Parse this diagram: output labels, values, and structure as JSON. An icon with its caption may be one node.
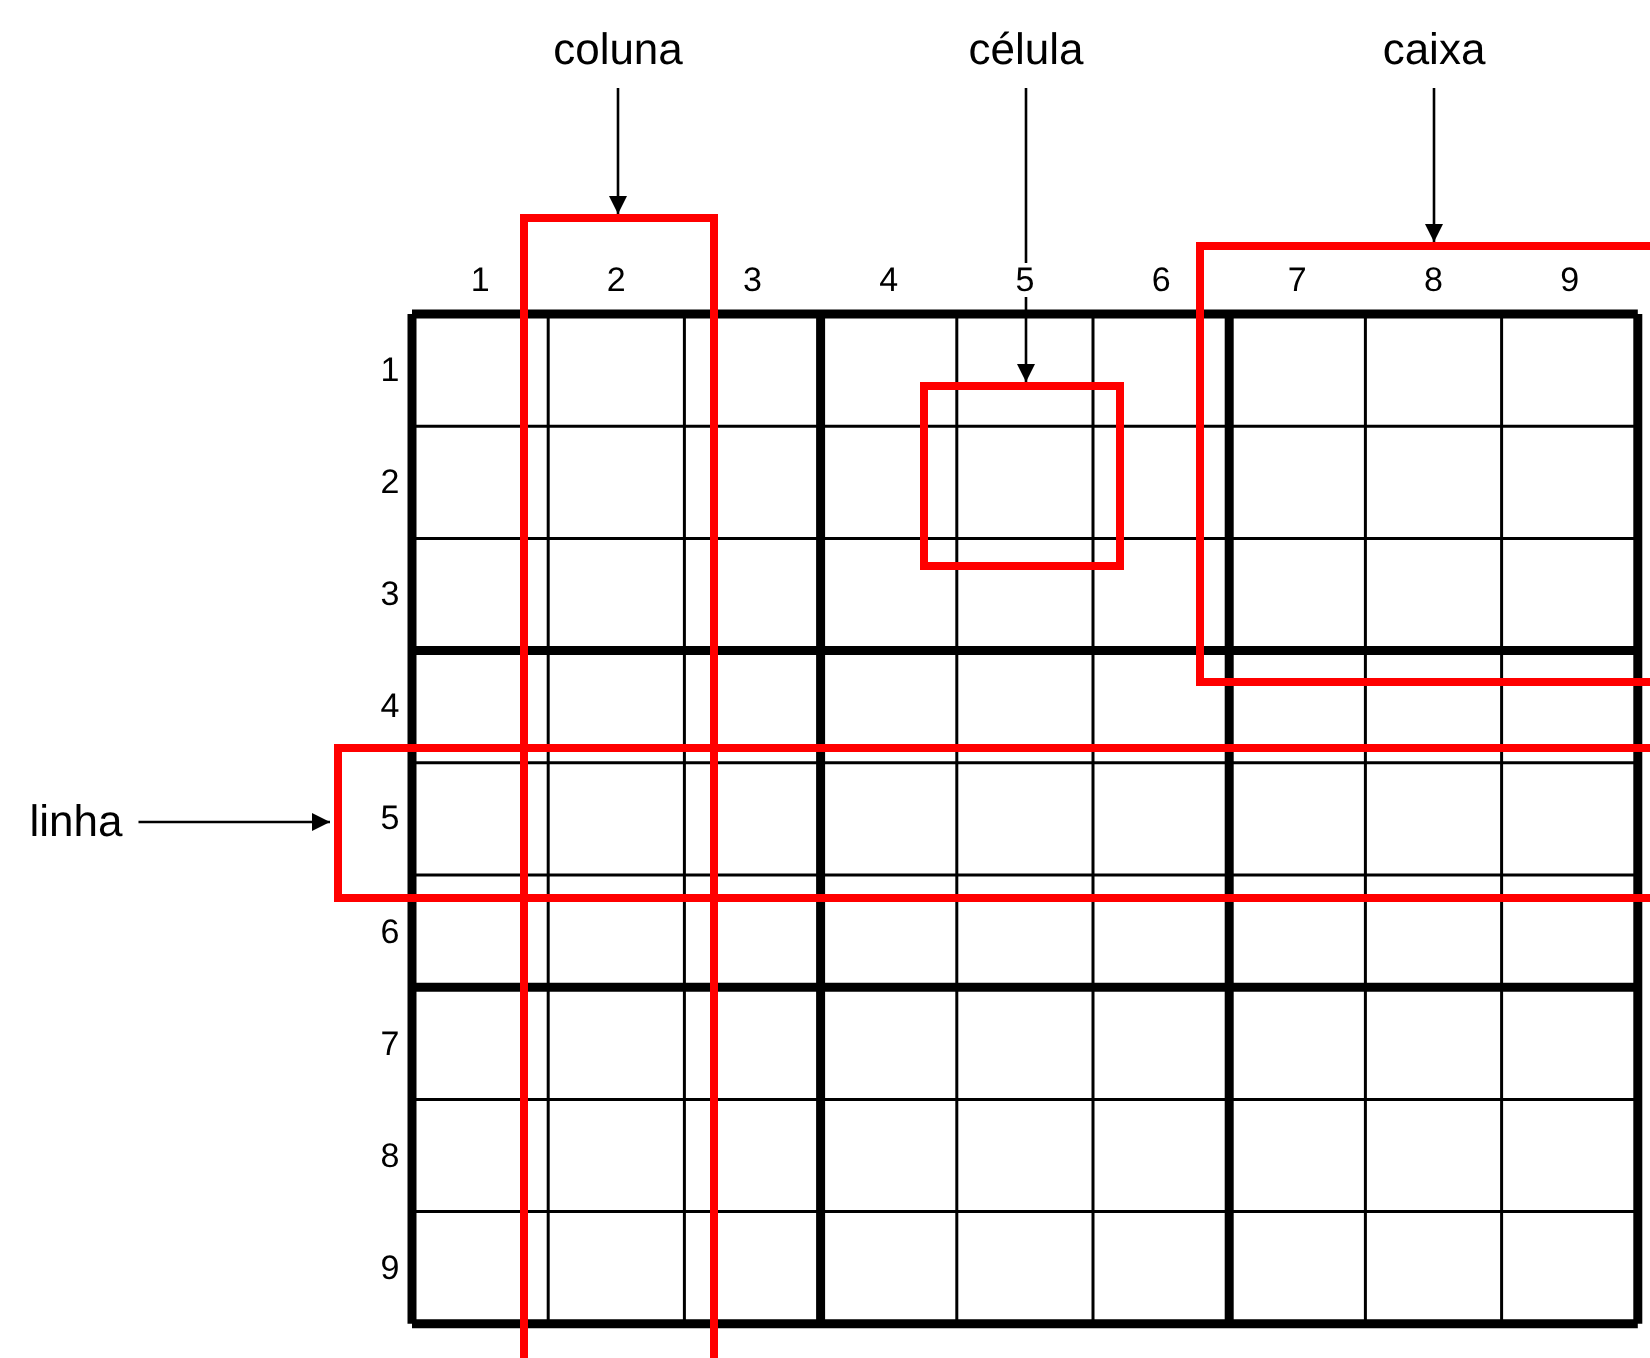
{
  "diagram": {
    "nodes": [
      {
        "text": [
          "coluna"
        ]
      },
      {
        "text": [],
        "shape": "box"
      },
      {
        "text": [
          "célula"
        ]
      },
      {
        "text": [],
        "shape": "box"
      },
      {
        "text": [
          "caixa"
        ]
      },
      {
        "text": [],
        "shape": "box"
      },
      {
        "text": [
          "linha"
        ]
      },
      {
        "text": [],
        "shape": "box"
      }
    ],
    "edges": [
      {
        "from": 0,
        "to": 1,
        "arrow": "to"
      },
      {
        "from": 2,
        "to": 3,
        "arrow": "to"
      },
      {
        "from": 4,
        "to": 5,
        "arrow": "to"
      },
      {
        "from": 6,
        "to": 7,
        "arrow": "to"
      }
    ],
    "labels": [
      "1",
      "2",
      "3",
      "4",
      "5",
      "6",
      "7",
      "8",
      "9",
      "1",
      "2",
      "3",
      "4",
      "5",
      "6",
      "7",
      "8",
      "9"
    ]
  }
}
